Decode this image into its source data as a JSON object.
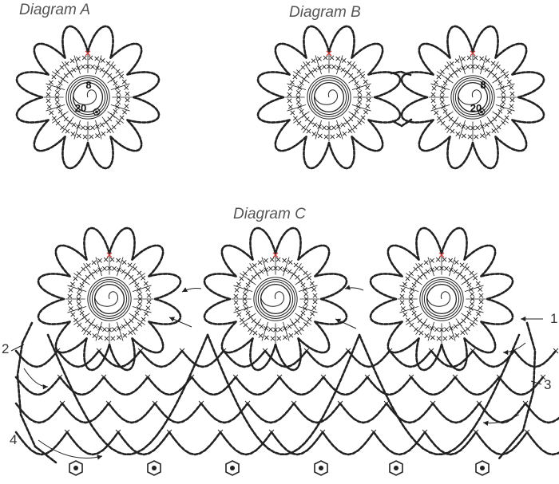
{
  "titles": {
    "a": "Diagram A",
    "b": "Diagram B",
    "c": "Diagram C"
  },
  "counts": {
    "inner": "8",
    "outer": "20"
  },
  "row_numbers": [
    "1",
    "2",
    "3",
    "4"
  ],
  "colors": {
    "ink": "#222222",
    "title": "#555555",
    "accent": "#d04040"
  },
  "icons": {
    "motif": "crochet-flower-motif",
    "bead": "bead-icon",
    "arrow": "arrow-icon"
  }
}
